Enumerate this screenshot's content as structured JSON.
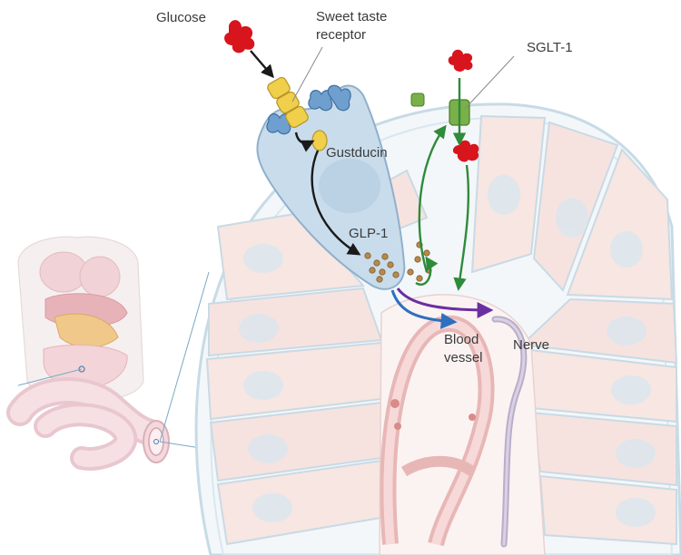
{
  "labels": {
    "glucose": "Glucose",
    "sweet_taste_receptor_line1": "Sweet taste",
    "sweet_taste_receptor_line2": "receptor",
    "sglt1": "SGLT-1",
    "gustducin": "Gustducin",
    "glp1": "GLP-1",
    "blood_vessel_line1": "Blood",
    "blood_vessel_line2": "vessel",
    "nerve": "Nerve"
  },
  "colors": {
    "enteroendocrine_cell": "#c9dcec",
    "epithelial_cell": "#f6e3df",
    "tissue_outline": "#c7dbe6",
    "glucose": "#d8141c",
    "receptor": "#f0cf4a",
    "gustducin": "#6f9fcf",
    "sglt1": "#79b04a",
    "pathway_black": "#1a1a1a",
    "pathway_green": "#2e8b3a",
    "arrow_blue": "#2f6fc0",
    "arrow_purple": "#6b2fa0",
    "glp1_granule": "#b88a4a",
    "nerve": "#b9aec8",
    "blood_vessel": "#e7b7b6"
  }
}
